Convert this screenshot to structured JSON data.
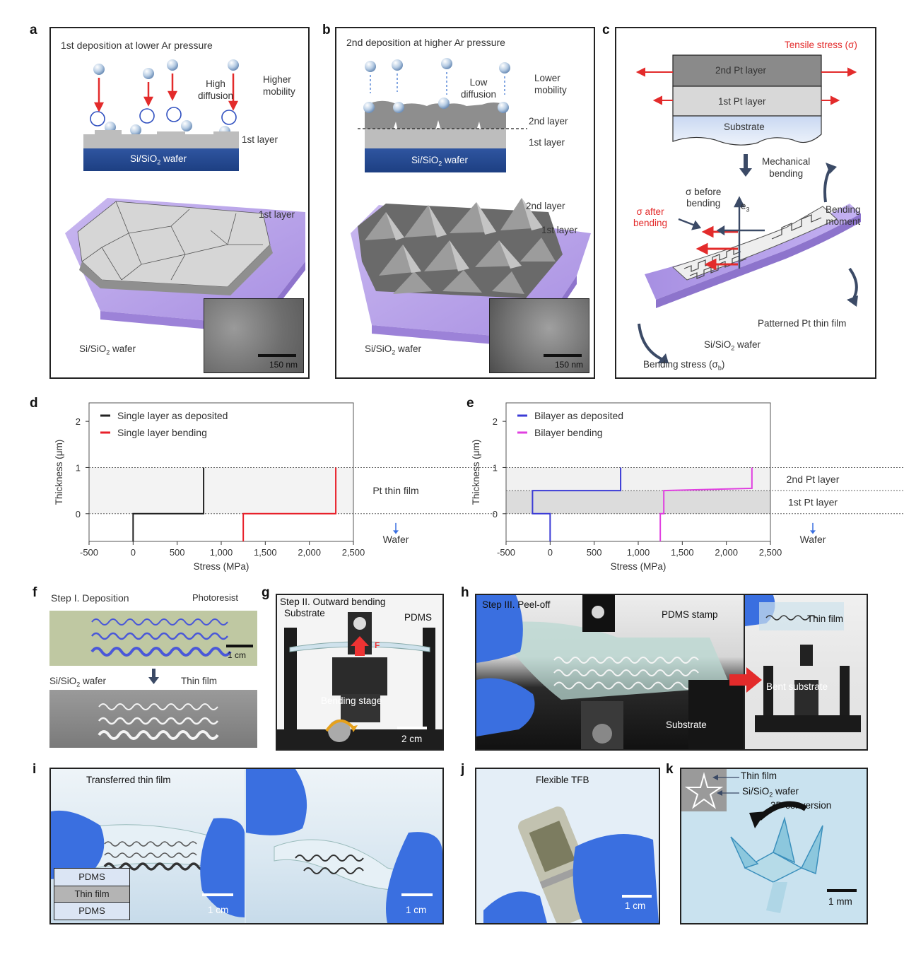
{
  "panel_letters": [
    "a",
    "b",
    "c",
    "d",
    "e",
    "f",
    "g",
    "h",
    "i",
    "j",
    "k"
  ],
  "a": {
    "title": "1st deposition at lower Ar pressure",
    "high_diffusion": [
      "High",
      "diffusion"
    ],
    "higher_mobility": [
      "Higher",
      "mobility"
    ],
    "layer1": "1st layer",
    "wafer_label": "Si/SiO",
    "wafer_sub": "2",
    "wafer_suffix": " wafer",
    "layer1_3d": "1st layer",
    "wafer_bottom": "Si/SiO",
    "scale": "150 nm"
  },
  "b": {
    "title": "2nd deposition at higher Ar pressure",
    "low_diffusion": [
      "Low",
      "diffusion"
    ],
    "lower_mobility": [
      "Lower",
      "mobility"
    ],
    "layer2": "2nd layer",
    "layer1": "1st layer",
    "layer2_3d": "2nd layer",
    "layer1_3d": "1st layer",
    "scale": "150 nm"
  },
  "c": {
    "tensile": "Tensile stress (σ)",
    "pt2": "2nd Pt layer",
    "pt1": "1st Pt layer",
    "substrate": "Substrate",
    "mech": [
      "Mechanical",
      "bending"
    ],
    "sigma_before": [
      "σ before",
      "bending"
    ],
    "sigma_after": [
      "σ after",
      "bending"
    ],
    "e3": "e",
    "e3_sub": "3",
    "bending_moment": [
      "Bending",
      "moment"
    ],
    "patterned": "Patterned Pt thin film",
    "bending_stress": "Bending stress (σ",
    "bending_stress_sub": "b",
    "bending_stress_end": ")"
  },
  "chart_data": [
    {
      "type": "line",
      "panel": "d",
      "xlabel": "Stress (MPa)",
      "ylabel": "Thickness (μm)",
      "xlim": [
        -500,
        2500
      ],
      "ylim": [
        -0.6,
        2.4
      ],
      "xticks": [
        -500,
        0,
        500,
        1000,
        1500,
        2000,
        2500
      ],
      "xtick_labels": [
        "-500",
        "0",
        "500",
        "1,000",
        "1,500",
        "2,000",
        "2,500"
      ],
      "yticks": [
        0,
        1,
        2
      ],
      "series": [
        {
          "name": "Single layer as deposited",
          "color": "#222222",
          "points": [
            [
              0,
              -0.6
            ],
            [
              0,
              0
            ],
            [
              800,
              0
            ],
            [
              800,
              1
            ]
          ]
        },
        {
          "name": "Single layer bending",
          "color": "#e8202a",
          "points": [
            [
              1250,
              -0.6
            ],
            [
              1250,
              0
            ],
            [
              2300,
              0
            ],
            [
              2300,
              1
            ]
          ]
        }
      ],
      "annotations": [
        "Pt thin film",
        "Wafer"
      ],
      "grid": false,
      "legend": "top-left"
    },
    {
      "type": "line",
      "panel": "e",
      "xlabel": "Stress (MPa)",
      "ylabel": "Thickness (μm)",
      "xlim": [
        -500,
        2500
      ],
      "ylim": [
        -0.6,
        2.4
      ],
      "xticks": [
        -500,
        0,
        500,
        1000,
        1500,
        2000,
        2500
      ],
      "xtick_labels": [
        "-500",
        "0",
        "500",
        "1,000",
        "1,500",
        "2,000",
        "2,500"
      ],
      "yticks": [
        0,
        1,
        2
      ],
      "series": [
        {
          "name": "Bilayer as deposited",
          "color": "#3b3bd6",
          "points": [
            [
              0,
              -0.6
            ],
            [
              0,
              0
            ],
            [
              -200,
              0
            ],
            [
              -200,
              0.5
            ],
            [
              800,
              0.5
            ],
            [
              800,
              1
            ]
          ]
        },
        {
          "name": "Bilayer bending",
          "color": "#e040e0",
          "points": [
            [
              1250,
              -0.6
            ],
            [
              1250,
              0
            ],
            [
              1290,
              0
            ],
            [
              1290,
              0.5
            ],
            [
              2290,
              0.55
            ],
            [
              2290,
              1
            ]
          ]
        }
      ],
      "annotations": [
        "2nd Pt layer",
        "1st Pt layer",
        "Wafer"
      ],
      "grid": false,
      "legend": "top-left"
    }
  ],
  "f": {
    "step": "Step I. Deposition",
    "photoresist": "Photoresist",
    "scale": "1 cm",
    "wafer": "Si/SiO",
    "thin_film": "Thin film"
  },
  "g": {
    "step": "Step II. Outward bending",
    "substrate": "Substrate",
    "pdms": "PDMS",
    "f": "F",
    "stage": "Bending stage",
    "scale": "2 cm"
  },
  "h": {
    "step": "Step III. Peel-off",
    "stamp": "PDMS stamp",
    "substrate": "Substrate",
    "thin_film": "Thin film",
    "bent": "Bent substrate"
  },
  "i": {
    "title": "Transferred thin film",
    "stack": [
      "PDMS",
      "Thin film",
      "PDMS"
    ],
    "scale1": "1 cm",
    "scale2": "1 cm"
  },
  "j": {
    "title": "Flexible TFB",
    "scale": "1 cm"
  },
  "k": {
    "thin_film": "Thin film",
    "wafer": "Si/SiO",
    "conversion": "3D conversion",
    "scale": "1 mm"
  }
}
